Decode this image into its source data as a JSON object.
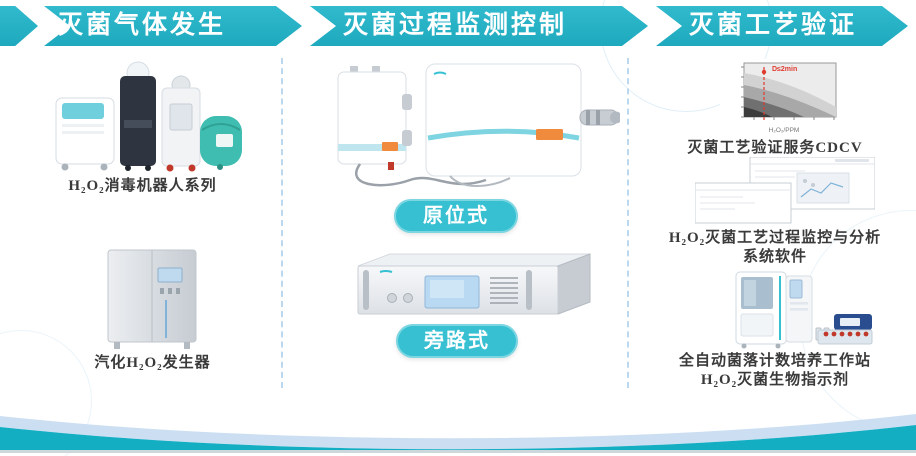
{
  "colors": {
    "banner_teal": "#27b1c6",
    "pill_teal": "#36c0d2",
    "divider_blue": "#bcd8ee",
    "caption_text": "#3a3a3a",
    "wave_light_blue": "#ccdff2",
    "wave_teal": "#14aec3",
    "accent_orange": "#f08a3c",
    "annotation_red": "#e03a2f"
  },
  "header": {
    "sections": [
      {
        "label": "灭菌气体发生"
      },
      {
        "label": "灭菌过程监测控制"
      },
      {
        "label": "灭菌工艺验证"
      }
    ]
  },
  "columns": {
    "left": {
      "items": [
        {
          "caption": "H₂O₂消毒机器人系列"
        },
        {
          "caption": "汽化H₂O₂发生器"
        }
      ]
    },
    "middle": {
      "items": [
        {
          "badge": "原位式"
        },
        {
          "badge": "旁路式"
        }
      ]
    },
    "right": {
      "items": [
        {
          "caption": "灭菌工艺验证服务CDCV",
          "chart": {
            "annotation": "D≤2min",
            "xlabel": "H₂O₂/PPM"
          }
        },
        {
          "caption_line1": "H₂O₂灭菌工艺过程监控与分析",
          "caption_line2": "系统软件"
        },
        {
          "caption_line1": "全自动菌落计数培养工作站",
          "caption_line2": "H₂O₂灭菌生物指示剂"
        }
      ]
    }
  }
}
